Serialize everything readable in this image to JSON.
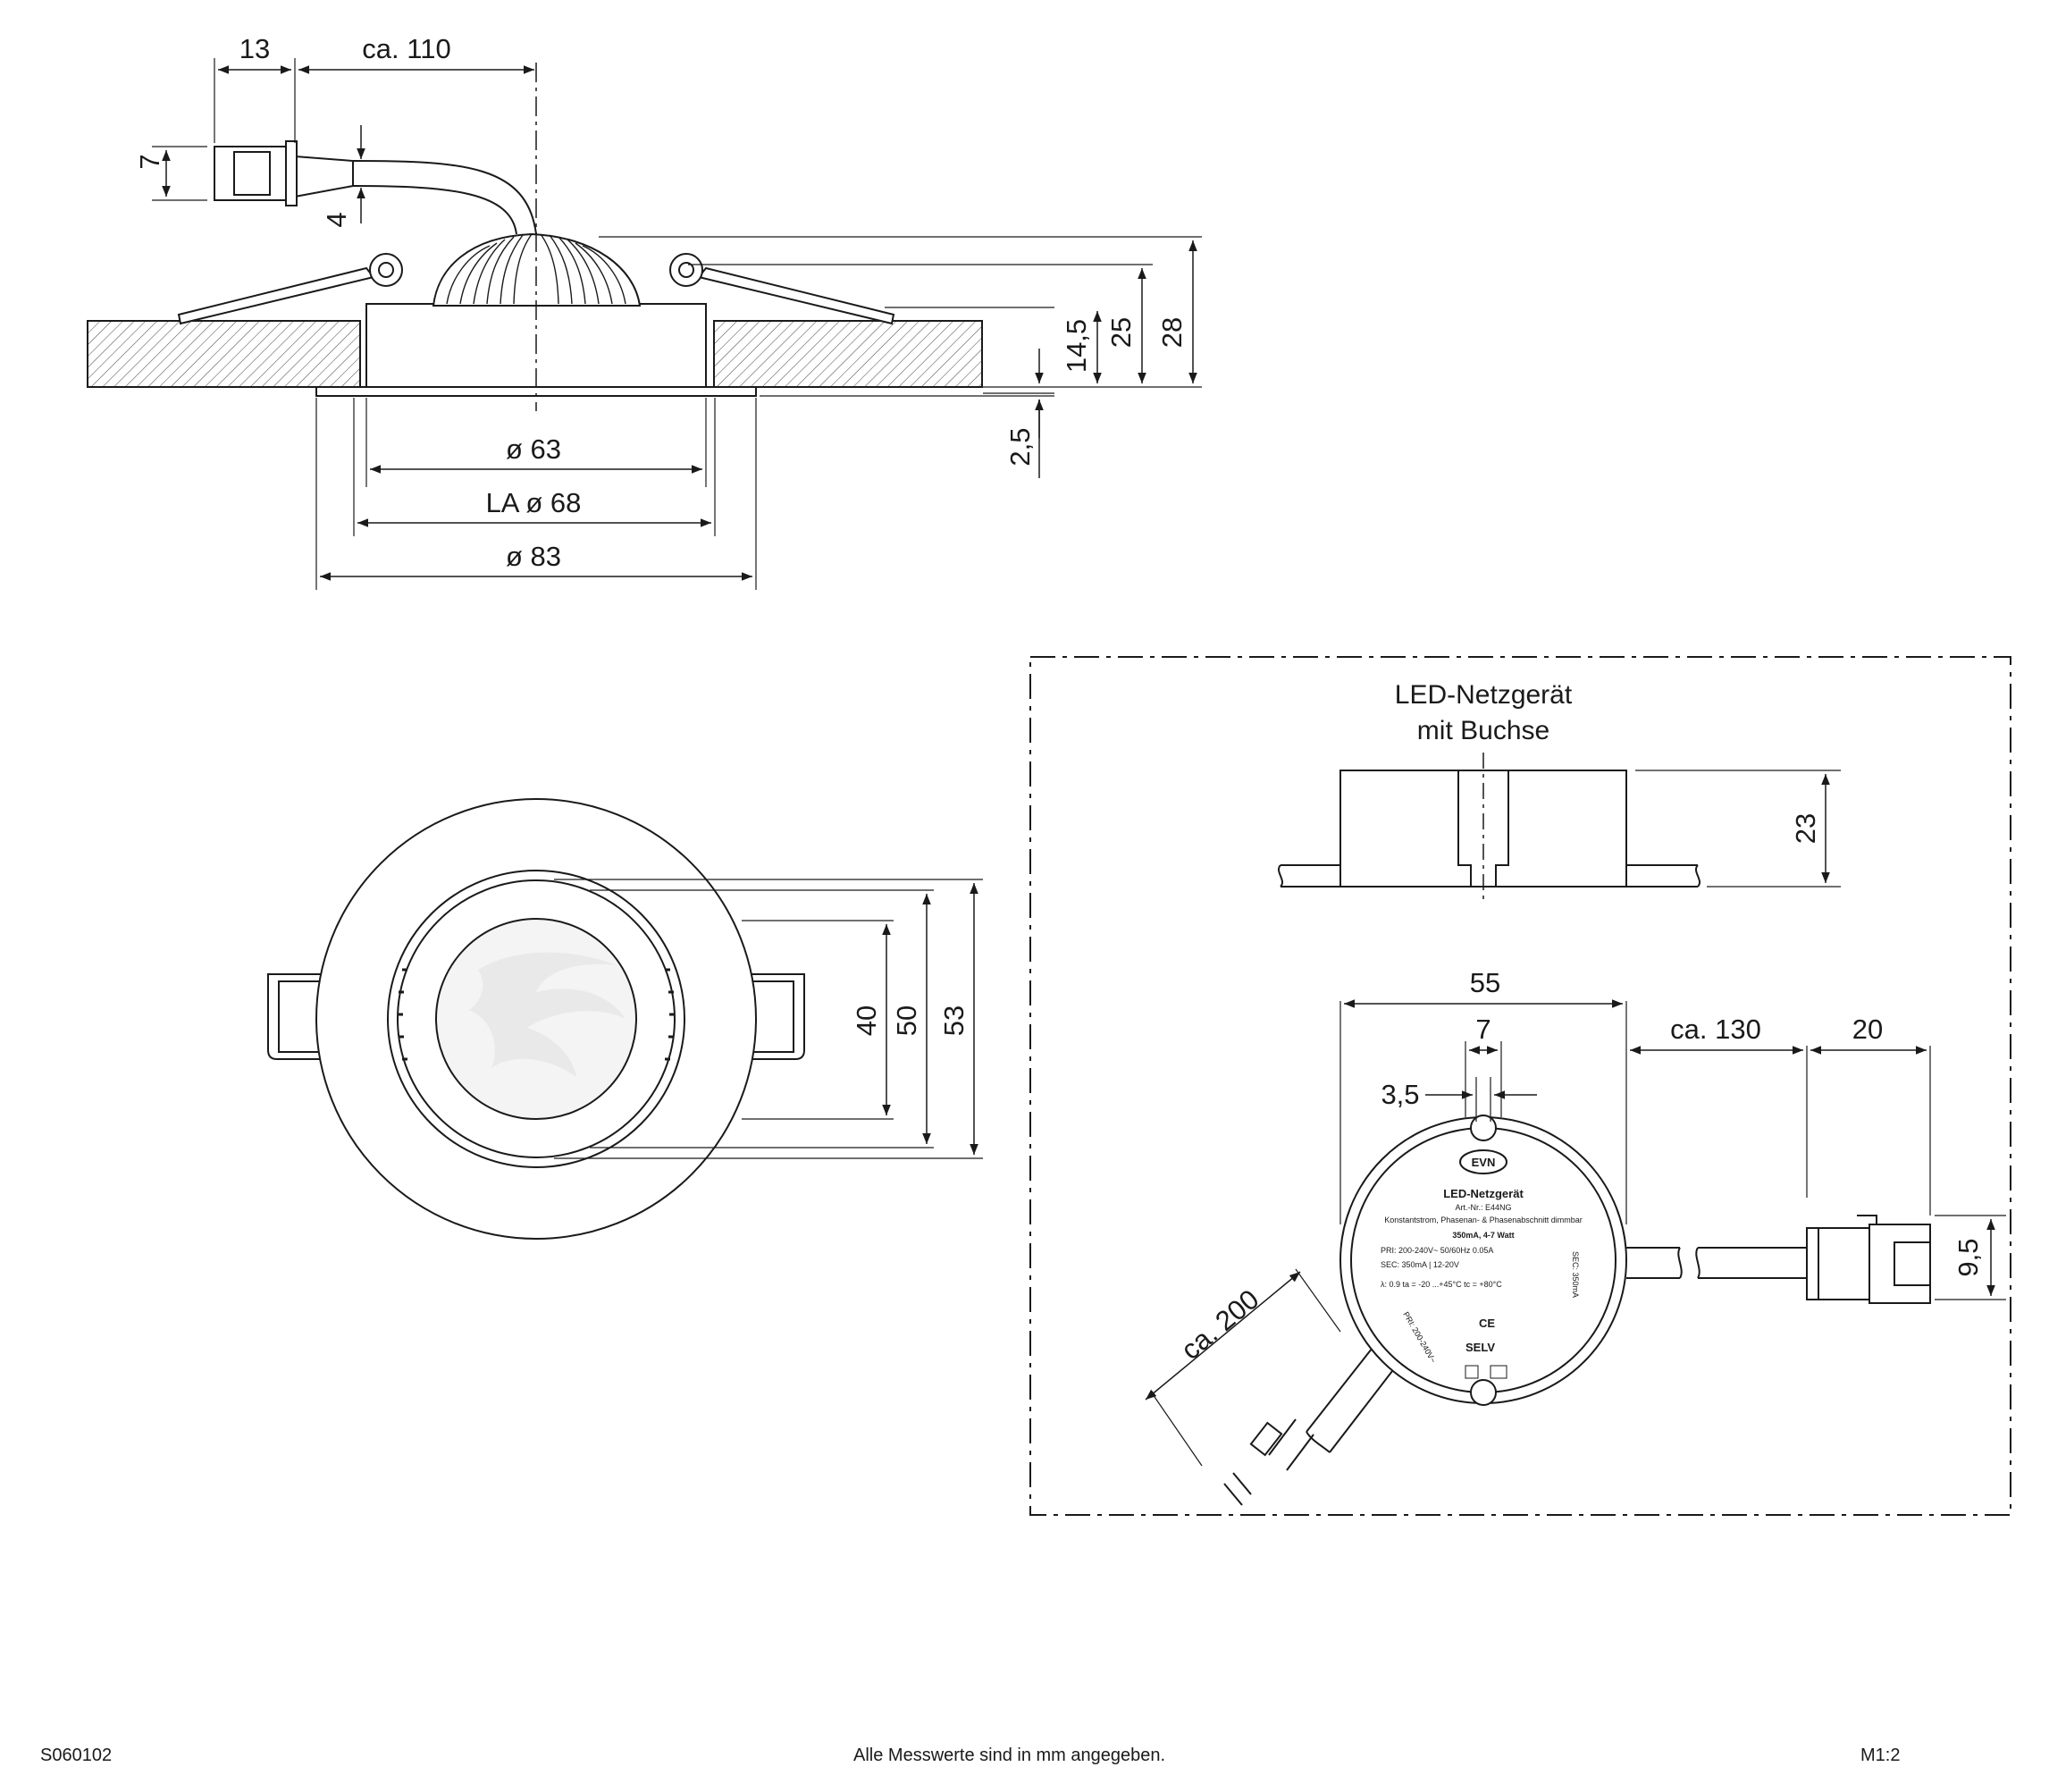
{
  "top_view": {
    "dims": {
      "connector_len": "13",
      "cable_len": "ca. 110",
      "connector_h": "7",
      "cable_d": "4",
      "d63": "ø 63",
      "la68": "LA ø 68",
      "d83": "ø 83",
      "h2_5": "2,5",
      "h14_5": "14,5",
      "h25": "25",
      "h28": "28"
    }
  },
  "front_view": {
    "dims": {
      "d40": "40",
      "d50": "50",
      "d53": "53"
    }
  },
  "driver": {
    "title_line1": "LED-Netzgerät",
    "title_line2": "mit Buchse",
    "dims": {
      "h23": "23",
      "w55": "55",
      "w7": "7",
      "w3_5": "3,5",
      "cable130": "ca. 130",
      "plug20": "20",
      "plug_h": "9,5",
      "cable200": "ca. 200"
    },
    "label": {
      "brand": "EVN",
      "name": "LED-Netzgerät",
      "art": "Art.-Nr.: E44NG",
      "desc": "Konstantstrom, Phasenan- & Phasenabschnitt dimmbar",
      "power": "350mA, 4-7 Watt",
      "pri": "PRI: 200-240V~ 50/60Hz 0.05A",
      "sec": "SEC: 350mA | 12-20V",
      "temps": "λ: 0.9  ta = -20 ...+45°C  tc = +80°C",
      "ce": "CE",
      "selv": "SELV",
      "sec_side": "SEC: 350mA",
      "pri_side": "PRI: 200-240V~"
    }
  },
  "footer": {
    "code": "S060102",
    "note": "Alle Messwerte sind in mm angegeben.",
    "scale": "M1:2"
  }
}
